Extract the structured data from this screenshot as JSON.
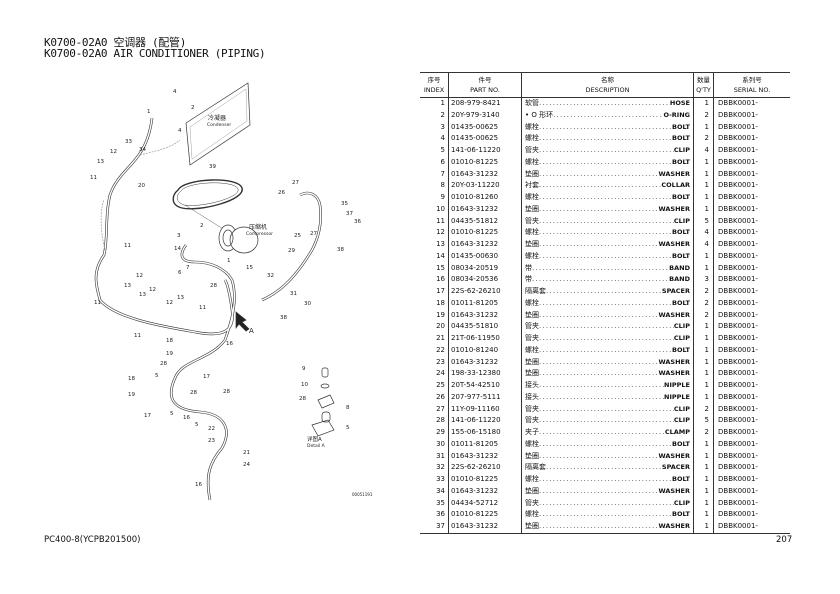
{
  "header": {
    "title_zh": "K0700-02A0 空调器 (配管)",
    "title_en": "K0700-02A0 AIR CONDITIONER (PIPING)"
  },
  "diagram": {
    "condenser_zh": "冷凝器",
    "condenser_en": "Condenser",
    "compressor_zh": "压缩机",
    "compressor_en": "Compressor",
    "detail_zh": "详图A",
    "detail_en": "Detail A",
    "view_arrow_label": "A",
    "drawing_no": "00051191",
    "callouts": [
      "4",
      "1",
      "2",
      "4",
      "33",
      "12",
      "34",
      "13",
      "20",
      "11",
      "39",
      "27",
      "26",
      "35",
      "37",
      "36",
      "25",
      "27",
      "38",
      "2",
      "3",
      "14",
      "1",
      "11",
      "29",
      "7",
      "6",
      "15",
      "28",
      "32",
      "12",
      "13",
      "31",
      "30",
      "11",
      "13",
      "12",
      "38",
      "12",
      "13",
      "11",
      "11",
      "16",
      "18",
      "19",
      "28",
      "5",
      "17",
      "18",
      "19",
      "28",
      "28",
      "17",
      "5",
      "16",
      "5",
      "22",
      "23",
      "21",
      "24",
      "16",
      "9",
      "10",
      "28",
      "8",
      "5"
    ]
  },
  "table": {
    "headers": {
      "index_zh": "序号",
      "index_en": "INDEX",
      "part_zh": "件号",
      "part_en": "PART NO.",
      "desc_zh": "名称",
      "desc_en": "DESCRIPTION",
      "qty_zh": "数量",
      "qty_en": "Q'TY",
      "serial_zh": "系列号",
      "serial_en": "SERIAL NO."
    },
    "rows": [
      {
        "index": "1",
        "part": "208-979-8421",
        "zh": "软管",
        "en": "HOSE",
        "qty": "1",
        "serial": "DBBK0001-"
      },
      {
        "index": "2",
        "part": "20Y-979-3140",
        "zh": "• O 形环",
        "en": "O-RING",
        "qty": "2",
        "serial": "DBBK0001-"
      },
      {
        "index": "3",
        "part": "01435-00625",
        "zh": "螺栓",
        "en": "BOLT",
        "qty": "1",
        "serial": "DBBK0001-"
      },
      {
        "index": "4",
        "part": "01435-00625",
        "zh": "螺栓",
        "en": "BOLT",
        "qty": "2",
        "serial": "DBBK0001-"
      },
      {
        "index": "5",
        "part": "141-06-11220",
        "zh": "管夹",
        "en": "CLIP",
        "qty": "4",
        "serial": "DBBK0001-"
      },
      {
        "index": "6",
        "part": "01010-81225",
        "zh": "螺栓",
        "en": "BOLT",
        "qty": "1",
        "serial": "DBBK0001-"
      },
      {
        "index": "7",
        "part": "01643-31232",
        "zh": "垫圈",
        "en": "WASHER",
        "qty": "1",
        "serial": "DBBK0001-"
      },
      {
        "index": "8",
        "part": "20Y-03-11220",
        "zh": "衬套",
        "en": "COLLAR",
        "qty": "1",
        "serial": "DBBK0001-"
      },
      {
        "index": "9",
        "part": "01010-81260",
        "zh": "螺栓",
        "en": "BOLT",
        "qty": "1",
        "serial": "DBBK0001-"
      },
      {
        "index": "10",
        "part": "01643-31232",
        "zh": "垫圈",
        "en": "WASHER",
        "qty": "1",
        "serial": "DBBK0001-"
      },
      {
        "index": "11",
        "part": "04435-51812",
        "zh": "管夹",
        "en": "CLIP",
        "qty": "5",
        "serial": "DBBK0001-"
      },
      {
        "index": "12",
        "part": "01010-81225",
        "zh": "螺栓",
        "en": "BOLT",
        "qty": "4",
        "serial": "DBBK0001-"
      },
      {
        "index": "13",
        "part": "01643-31232",
        "zh": "垫圈",
        "en": "WASHER",
        "qty": "4",
        "serial": "DBBK0001-"
      },
      {
        "index": "14",
        "part": "01435-00630",
        "zh": "螺栓",
        "en": "BOLT",
        "qty": "1",
        "serial": "DBBK0001-"
      },
      {
        "index": "15",
        "part": "08034-20519",
        "zh": "带",
        "en": "BAND",
        "qty": "1",
        "serial": "DBBK0001-"
      },
      {
        "index": "16",
        "part": "08034-20536",
        "zh": "带",
        "en": "BAND",
        "qty": "3",
        "serial": "DBBK0001-"
      },
      {
        "index": "17",
        "part": "22S-62-26210",
        "zh": "隔离套",
        "en": "SPACER",
        "qty": "2",
        "serial": "DBBK0001-"
      },
      {
        "index": "18",
        "part": "01011-81205",
        "zh": "螺栓",
        "en": "BOLT",
        "qty": "2",
        "serial": "DBBK0001-"
      },
      {
        "index": "19",
        "part": "01643-31232",
        "zh": "垫圈",
        "en": "WASHER",
        "qty": "2",
        "serial": "DBBK0001-"
      },
      {
        "index": "20",
        "part": "04435-51810",
        "zh": "管夹",
        "en": "CLIP",
        "qty": "1",
        "serial": "DBBK0001-"
      },
      {
        "index": "21",
        "part": "21T-06-11950",
        "zh": "管夹",
        "en": "CLIP",
        "qty": "1",
        "serial": "DBBK0001-"
      },
      {
        "index": "22",
        "part": "01010-81240",
        "zh": "螺栓",
        "en": "BOLT",
        "qty": "1",
        "serial": "DBBK0001-"
      },
      {
        "index": "23",
        "part": "01643-31232",
        "zh": "垫圈",
        "en": "WASHER",
        "qty": "1",
        "serial": "DBBK0001-"
      },
      {
        "index": "24",
        "part": "198-33-12380",
        "zh": "垫圈",
        "en": "WASHER",
        "qty": "1",
        "serial": "DBBK0001-"
      },
      {
        "index": "25",
        "part": "20T-54-42510",
        "zh": "接头",
        "en": "NIPPLE",
        "qty": "1",
        "serial": "DBBK0001-"
      },
      {
        "index": "26",
        "part": "207-977-5111",
        "zh": "接头",
        "en": "NIPPLE",
        "qty": "1",
        "serial": "DBBK0001-"
      },
      {
        "index": "27",
        "part": "11Y-09-11160",
        "zh": "管夹",
        "en": "CLIP",
        "qty": "2",
        "serial": "DBBK0001-"
      },
      {
        "index": "28",
        "part": "141-06-11220",
        "zh": "管夹",
        "en": "CLIP",
        "qty": "5",
        "serial": "DBBK0001-"
      },
      {
        "index": "29",
        "part": "155-06-15180",
        "zh": "夹子",
        "en": "CLAMP",
        "qty": "2",
        "serial": "DBBK0001-"
      },
      {
        "index": "30",
        "part": "01011-81205",
        "zh": "螺栓",
        "en": "BOLT",
        "qty": "1",
        "serial": "DBBK0001-"
      },
      {
        "index": "31",
        "part": "01643-31232",
        "zh": "垫圈",
        "en": "WASHER",
        "qty": "1",
        "serial": "DBBK0001-"
      },
      {
        "index": "32",
        "part": "22S-62-26210",
        "zh": "隔离套",
        "en": "SPACER",
        "qty": "1",
        "serial": "DBBK0001-"
      },
      {
        "index": "33",
        "part": "01010-81225",
        "zh": "螺栓",
        "en": "BOLT",
        "qty": "1",
        "serial": "DBBK0001-"
      },
      {
        "index": "34",
        "part": "01643-31232",
        "zh": "垫圈",
        "en": "WASHER",
        "qty": "1",
        "serial": "DBBK0001-"
      },
      {
        "index": "35",
        "part": "04434-52712",
        "zh": "管夹",
        "en": "CLIP",
        "qty": "1",
        "serial": "DBBK0001-"
      },
      {
        "index": "36",
        "part": "01010-81225",
        "zh": "螺栓",
        "en": "BOLT",
        "qty": "1",
        "serial": "DBBK0001-"
      },
      {
        "index": "37",
        "part": "01643-31232",
        "zh": "垫圈",
        "en": "WASHER",
        "qty": "1",
        "serial": "DBBK0001-"
      }
    ]
  },
  "footer": {
    "model": "PC400-8(YCPB201500)",
    "page_number": "207"
  }
}
